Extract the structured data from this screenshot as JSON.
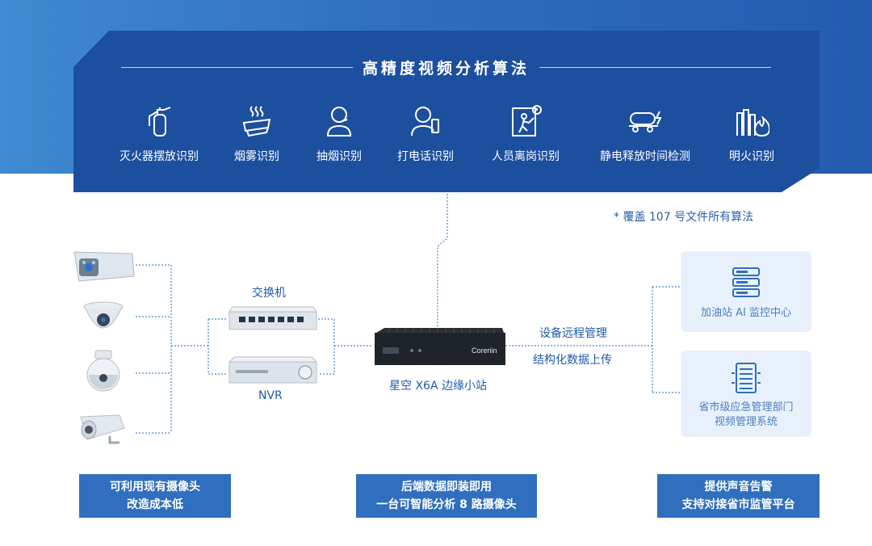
{
  "banner": {
    "title": "高精度视频分析算法",
    "algorithms": [
      {
        "label": "灭火器摆放识别",
        "icon": "fire-extinguisher-icon"
      },
      {
        "label": "烟雾识别",
        "icon": "smoke-icon"
      },
      {
        "label": "抽烟识别",
        "icon": "smoking-person-icon"
      },
      {
        "label": "打电话识别",
        "icon": "phone-call-person-icon"
      },
      {
        "label": "人员离岗识别",
        "icon": "person-leaving-post-icon"
      },
      {
        "label": "静电释放时间检测",
        "icon": "tanker-static-discharge-icon"
      },
      {
        "label": "明火识别",
        "icon": "open-flame-icon"
      }
    ]
  },
  "note": "* 覆盖 107 号文件所有算法",
  "network": {
    "switch_label": "交换机",
    "nvr_label": "NVR",
    "device_label": "星空 X6A 边缘小站",
    "device_brand": "Coreriin",
    "link_labels": [
      "设备远程管理",
      "结构化数据上传"
    ]
  },
  "destinations": [
    {
      "lines": [
        "加油站 AI 监控中心"
      ],
      "icon": "server-icon"
    },
    {
      "lines": [
        "省市级应急管理部门",
        "视频管理系统"
      ],
      "icon": "server-rack-icon"
    }
  ],
  "features": [
    {
      "lines": [
        "可利用现有摄像头",
        "改造成本低"
      ]
    },
    {
      "lines": [
        "后端数据即装即用",
        "一台可智能分析 8 路摄像头"
      ]
    },
    {
      "lines": [
        "提供声音告警",
        "支持对接省市监管平台"
      ]
    }
  ],
  "colors": {
    "primary": "#1d4f9f",
    "accent": "#2f6fbd",
    "light_panel": "#e8f1fb",
    "text_blue": "#1f5aa8"
  }
}
